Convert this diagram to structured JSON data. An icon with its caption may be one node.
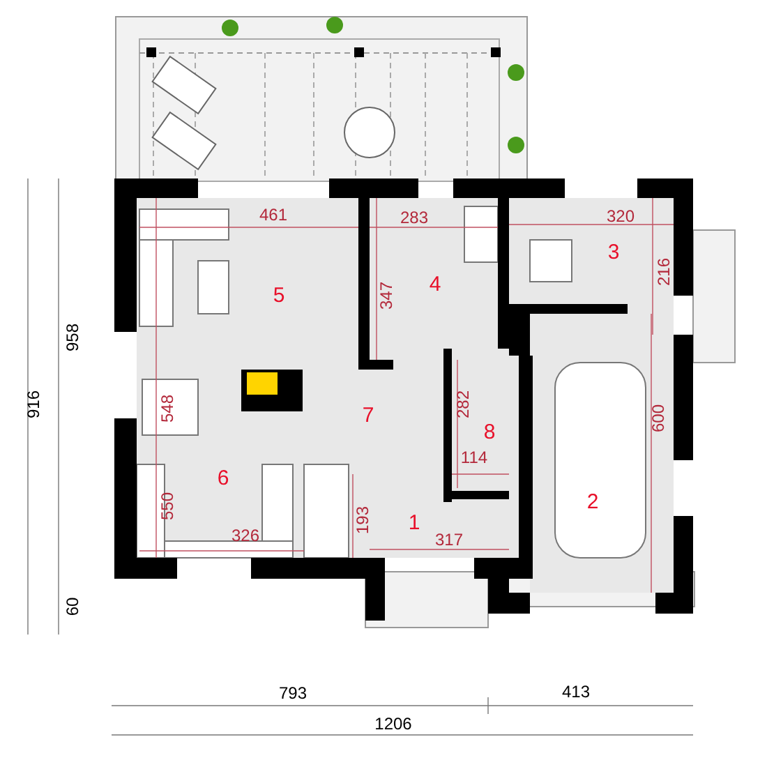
{
  "diagram": {
    "labels": [
      "461",
      "283",
      "320",
      "5",
      "347",
      "4",
      "3",
      "216",
      "958",
      "916",
      "548",
      "7",
      "282",
      "8",
      "600",
      "114",
      "6",
      "2",
      "550",
      "326",
      "193",
      "1",
      "317",
      "60",
      "793",
      "413",
      "1206"
    ]
  }
}
